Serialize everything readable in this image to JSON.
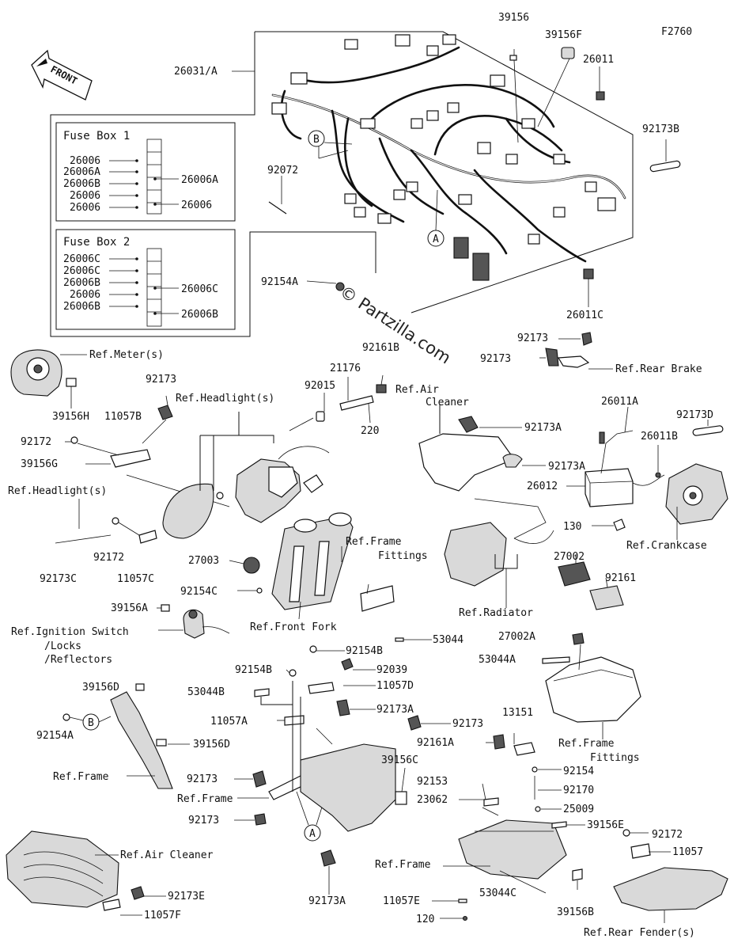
{
  "diagram_id": "F2760",
  "front_arrow_label": "FRONT",
  "watermark": "© Partzilla.com",
  "fuse_box_1": {
    "title": "Fuse Box 1",
    "left_labels": [
      "26006",
      "26006A",
      "26006B",
      "26006",
      "26006"
    ],
    "right_labels": [
      "26006A",
      "26006"
    ]
  },
  "fuse_box_2": {
    "title": "Fuse Box 2",
    "left_labels": [
      "26006C",
      "26006C",
      "26006B",
      "26006",
      "26006B"
    ],
    "right_labels": [
      "26006C",
      "26006B"
    ]
  },
  "callouts": {
    "c_26031A": "26031/A",
    "c_39156": "39156",
    "c_39156F": "39156F",
    "c_26011": "26011",
    "c_92173B": "92173B",
    "c_92072": "92072",
    "c_92154A_top": "92154A",
    "c_26011C": "26011C",
    "c_92173_rb1": "92173",
    "c_92173_rb2": "92173",
    "ref_rear_brake": "Ref.Rear Brake",
    "ref_meter": "Ref.Meter(s)",
    "c_39156H": "39156H",
    "c_92173_l": "92173",
    "c_11057B": "11057B",
    "c_92172_l": "92172",
    "c_39156G": "39156G",
    "ref_headlight_l": "Ref.Headlight(s)",
    "ref_headlight_c": "Ref.Headlight(s)",
    "c_92172_c": "92172",
    "c_92173C": "92173C",
    "c_11057C": "11057C",
    "c_92015": "92015",
    "c_21176": "21176",
    "c_92161B": "92161B",
    "c_220": "220",
    "ref_air_cleaner_top_1": "Ref.Air",
    "ref_air_cleaner_top_2": "Cleaner",
    "c_92173A_r1": "92173A",
    "c_92173A_r2": "92173A",
    "c_26011A": "26011A",
    "c_92173D": "92173D",
    "c_26011B": "26011B",
    "c_26012": "26012",
    "c_130": "130",
    "ref_crankcase": "Ref.Crankcase",
    "c_27003": "27003",
    "c_92154C": "92154C",
    "ref_frame_fittings_1": "Ref.Frame",
    "ref_frame_fittings_2": "Fittings",
    "ref_radiator": "Ref.Radiator",
    "c_27002": "27002",
    "c_92161": "92161",
    "c_39156A": "39156A",
    "ref_ign_1": "Ref.Ignition Switch",
    "ref_ign_2": "/Locks",
    "ref_ign_3": "/Reflectors",
    "ref_front_fork": "Ref.Front Fork",
    "c_53044": "53044",
    "c_27002A": "27002A",
    "c_53044A": "53044A",
    "c_92154B_1": "92154B",
    "c_92154B_2": "92154B",
    "c_92039": "92039",
    "c_11057D": "11057D",
    "c_39156D_1": "39156D",
    "c_53044B": "53044B",
    "c_92173A_c": "92173A",
    "c_11057A": "11057A",
    "c_92173_c": "92173",
    "c_13151": "13151",
    "c_92161A": "92161A",
    "ref_frame_fittings_r1": "Ref.Frame",
    "ref_frame_fittings_r2": "Fittings",
    "c_92154A_l": "92154A",
    "c_39156D_2": "39156D",
    "ref_frame_l": "Ref.Frame",
    "c_39156C": "39156C",
    "c_92154_r": "92154",
    "c_92173_bl1": "92173",
    "ref_frame_c": "Ref.Frame",
    "c_92153": "92153",
    "c_92170": "92170",
    "c_23062": "23062",
    "c_25009": "25009",
    "c_92173_bl2": "92173",
    "c_39156E": "39156E",
    "c_92172_r": "92172",
    "c_11057": "11057",
    "ref_air_cleaner_b": "Ref.Air Cleaner",
    "ref_frame_b": "Ref.Frame",
    "c_92173E": "92173E",
    "c_11057F": "11057F",
    "c_92173A_b": "92173A",
    "c_11057E": "11057E",
    "c_53044C": "53044C",
    "c_39156B": "39156B",
    "c_120": "120",
    "ref_rear_fender": "Ref.Rear Fender(s)"
  },
  "circle_markers": {
    "b_top": "B",
    "a_top": "A",
    "b_left": "B",
    "a_bottom": "A"
  }
}
